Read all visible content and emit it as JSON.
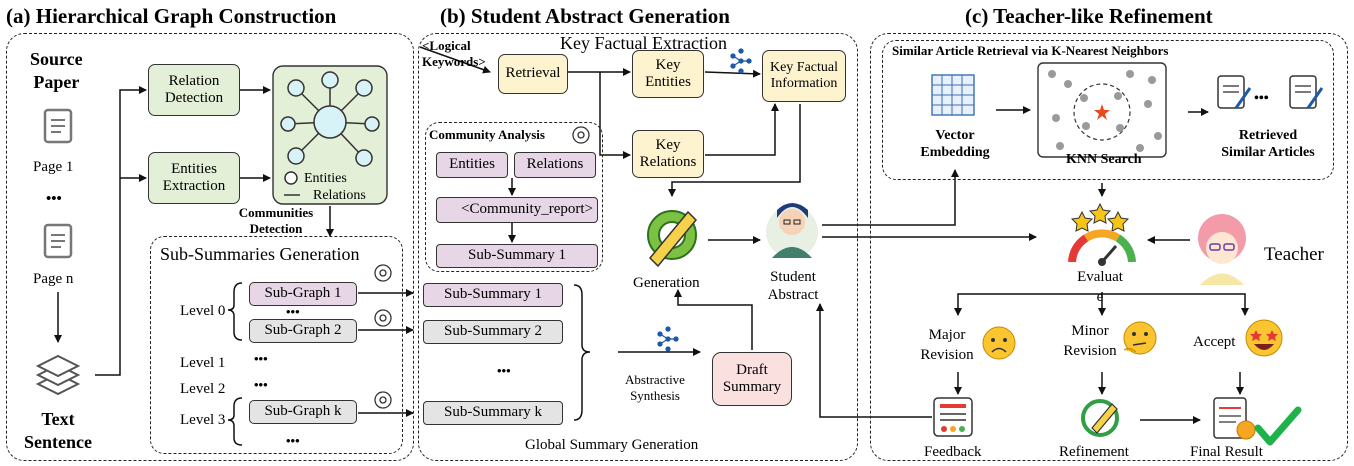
{
  "panels": {
    "a_title": "(a) Hierarchical Graph Construction",
    "b_title": "(b) Student Abstract Generation",
    "c_title": "(c) Teacher-like Refinement"
  },
  "panel_a": {
    "source_paper": [
      "Source",
      "Paper"
    ],
    "page1": "Page 1",
    "dots": "•••",
    "page_n": "Page n",
    "text_sentence": [
      "Text",
      "Sentence"
    ],
    "relation_detection": [
      "Relation",
      "Detection"
    ],
    "entities_extraction": [
      "Entities",
      "Extraction"
    ],
    "graph_legend_entities": "Entities",
    "graph_legend_relations": "Relations",
    "communities_detection": [
      "Communities",
      "Detection"
    ],
    "sub_summaries_title": "Sub-Summaries Generation",
    "levels": [
      "Level 0",
      "Level 1",
      "Level 2",
      "Level 3"
    ],
    "subgraphs": [
      "Sub-Graph 1",
      "Sub-Graph 2",
      "Sub-Graph k"
    ]
  },
  "panel_b": {
    "logical_keywords": [
      "<Logical",
      "Keywords>"
    ],
    "key_factual_extraction": "Key Factual Extraction",
    "retrieval": "Retrieval",
    "key_entities": [
      "Key",
      "Entities"
    ],
    "key_relations": [
      "Key",
      "Relations"
    ],
    "key_factual_information": [
      "Key Factual",
      "Information"
    ],
    "community_analysis": "Community Analysis",
    "entities": "Entities",
    "relations": "Relations",
    "community_report": "<Community_report>",
    "sub_summary_1": "Sub-Summary 1",
    "sub_summaries": [
      "Sub-Summary 1",
      "Sub-Summary 2",
      "Sub-Summary k"
    ],
    "generation": "Generation",
    "student_abstract": [
      "Student",
      "Abstract"
    ],
    "abstractive_synthesis": [
      "Abstractive",
      "Synthesis"
    ],
    "draft_summary": [
      "Draft",
      "Summary"
    ],
    "global_summary_generation": "Global Summary Generation"
  },
  "panel_c": {
    "knn_title": "Similar Article Retrieval via K-Nearest Neighbors",
    "vector_embedding": [
      "Vector",
      "Embedding"
    ],
    "knn_search": "KNN Search",
    "retrieved_similar": [
      "Retrieved",
      "Similar Articles"
    ],
    "evaluate": [
      "Evaluat",
      "e"
    ],
    "teacher": "Teacher",
    "major_revision": [
      "Major",
      "Revision"
    ],
    "minor_revision": [
      "Minor",
      "Revision"
    ],
    "accept": "Accept",
    "feedback": "Feedback",
    "refinement": "Refinement",
    "final_result": "Final Result"
  },
  "colors": {
    "green_box": "#e3efd7",
    "yellow_box": "#fdf3cf",
    "purple_box": "#e6d6e6",
    "pink_box": "#fbe0e0",
    "gray_box": "#e4e4e4",
    "node_teal": "#d8f3f7",
    "check_green": "#1fb24a",
    "star_red": "#e8491d"
  },
  "icons": [
    "document-icon",
    "layers-icon",
    "graph-icon",
    "openai-icon",
    "neural-network-icon",
    "gear-pencil-icon",
    "student-avatar-icon",
    "matrix-icon",
    "knn-cluster-icon",
    "documents-icon",
    "stars-icon",
    "gauge-icon",
    "teacher-avatar-icon",
    "sad-face-icon",
    "thinking-face-icon",
    "starstruck-face-icon",
    "feedback-form-icon",
    "refinement-icon",
    "certificate-icon",
    "checkmark-icon"
  ]
}
